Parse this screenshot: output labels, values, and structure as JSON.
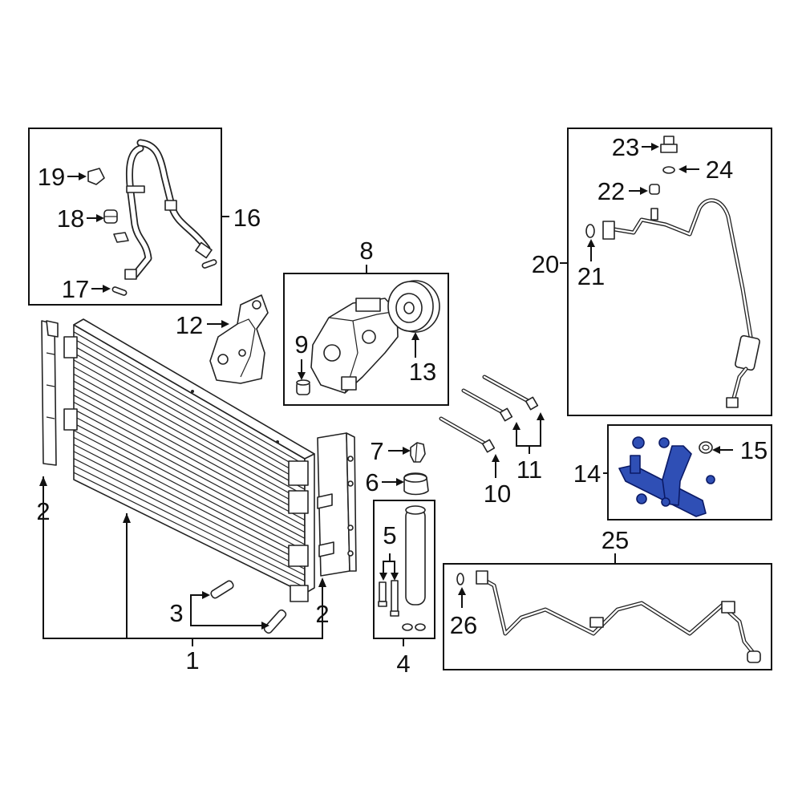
{
  "diagram": {
    "highlight_color": "#2f4fb5",
    "line_color": "#111111",
    "callouts": [
      {
        "id": "c1",
        "text": "1"
      },
      {
        "id": "c2a",
        "text": "2"
      },
      {
        "id": "c2b",
        "text": "2"
      },
      {
        "id": "c3",
        "text": "3"
      },
      {
        "id": "c4",
        "text": "4"
      },
      {
        "id": "c5",
        "text": "5"
      },
      {
        "id": "c6",
        "text": "6"
      },
      {
        "id": "c7",
        "text": "7"
      },
      {
        "id": "c8",
        "text": "8"
      },
      {
        "id": "c9",
        "text": "9"
      },
      {
        "id": "c10",
        "text": "10"
      },
      {
        "id": "c11",
        "text": "11"
      },
      {
        "id": "c12",
        "text": "12"
      },
      {
        "id": "c13",
        "text": "13"
      },
      {
        "id": "c14",
        "text": "14"
      },
      {
        "id": "c15",
        "text": "15"
      },
      {
        "id": "c16",
        "text": "16"
      },
      {
        "id": "c17",
        "text": "17"
      },
      {
        "id": "c18",
        "text": "18"
      },
      {
        "id": "c19",
        "text": "19"
      },
      {
        "id": "c20",
        "text": "20"
      },
      {
        "id": "c21",
        "text": "21"
      },
      {
        "id": "c22",
        "text": "22"
      },
      {
        "id": "c23",
        "text": "23"
      },
      {
        "id": "c24",
        "text": "24"
      },
      {
        "id": "c25",
        "text": "25"
      },
      {
        "id": "c26",
        "text": "26"
      }
    ]
  }
}
